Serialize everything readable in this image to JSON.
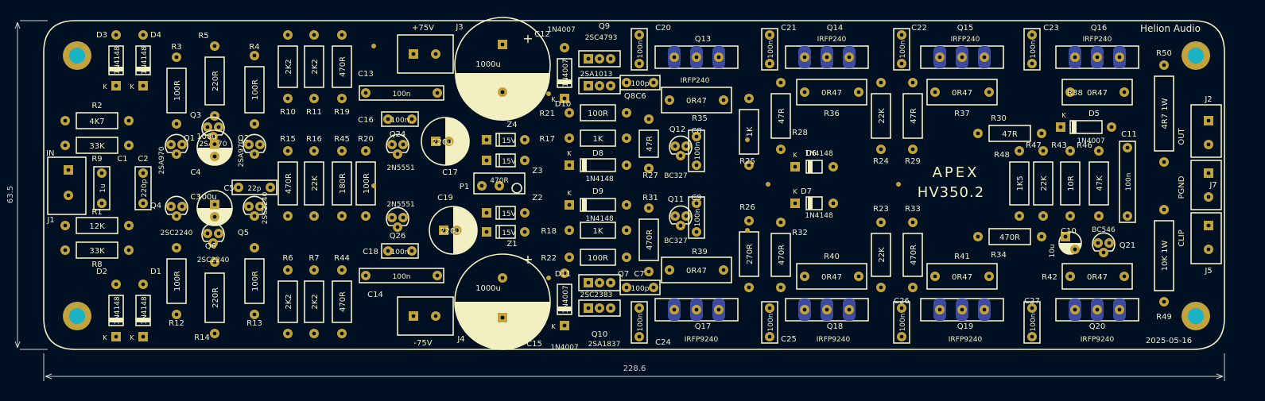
{
  "board": {
    "brand": "Helion Audio",
    "model_line1": "APEX",
    "model_line2": "HV350.2",
    "date": "2025-05-16",
    "dim_width": "228.6",
    "dim_height": "63.5"
  },
  "colors": {
    "background": "#001023",
    "silkscreen": "#f2efc2",
    "pad": "#c2a23c",
    "copper": "#3c4aa0",
    "mounting_hole": "#1ab3c5"
  },
  "connectors": {
    "j1_in": "IN",
    "j3_pos": "+75V",
    "j4_neg": "-75V",
    "j2_out": "OUT",
    "j7_pgnd": "PGND",
    "j5_clip": "CLIP"
  },
  "components": [
    {
      "ref": "D3",
      "value": "1N4148",
      "type": "diode"
    },
    {
      "ref": "D4",
      "value": "1N4148",
      "type": "diode"
    },
    {
      "ref": "D2",
      "value": "1N4148",
      "type": "diode"
    },
    {
      "ref": "D1",
      "value": "1N4148",
      "type": "diode"
    },
    {
      "ref": "R3",
      "value": "100R",
      "type": "res"
    },
    {
      "ref": "R5",
      "value": "220R",
      "type": "res"
    },
    {
      "ref": "R4",
      "value": "100R",
      "type": "res"
    },
    {
      "ref": "R12",
      "value": "100R",
      "type": "res"
    },
    {
      "ref": "R14",
      "value": "220R",
      "type": "res"
    },
    {
      "ref": "R13",
      "value": "100R",
      "type": "res"
    },
    {
      "ref": "R2",
      "value": "4K7",
      "type": "res"
    },
    {
      "ref": "R9",
      "value": "33K",
      "type": "res"
    },
    {
      "ref": "R1",
      "value": "12K",
      "type": "res"
    },
    {
      "ref": "R8",
      "value": "33K",
      "type": "res"
    },
    {
      "ref": "C1",
      "value": "1u",
      "type": "cap"
    },
    {
      "ref": "C2",
      "value": "220p",
      "type": "cap"
    },
    {
      "ref": "Q1",
      "value": "2SA970",
      "type": "to92"
    },
    {
      "ref": "Q2",
      "value": "2SA970",
      "type": "to92"
    },
    {
      "ref": "Q3",
      "value": "2SA970",
      "type": "to92"
    },
    {
      "ref": "Q4",
      "value": "2SC2240",
      "type": "to92"
    },
    {
      "ref": "Q5",
      "value": "2SC2240",
      "type": "to92"
    },
    {
      "ref": "Q6",
      "value": "2SC2240",
      "type": "to92"
    },
    {
      "ref": "C4",
      "value": "100u",
      "type": "ecap"
    },
    {
      "ref": "C3",
      "value": "100u",
      "type": "ecap"
    },
    {
      "ref": "C5",
      "value": "22p",
      "type": "cap"
    },
    {
      "ref": "R10",
      "value": "2K2",
      "type": "res"
    },
    {
      "ref": "R11",
      "value": "2K2",
      "type": "res"
    },
    {
      "ref": "R19",
      "value": "470R",
      "type": "res"
    },
    {
      "ref": "R15",
      "value": "470R",
      "type": "res"
    },
    {
      "ref": "R16",
      "value": "22K",
      "type": "res"
    },
    {
      "ref": "R45",
      "value": "180R",
      "type": "res"
    },
    {
      "ref": "R20",
      "value": "100R",
      "type": "res"
    },
    {
      "ref": "R6",
      "value": "2K2",
      "type": "res"
    },
    {
      "ref": "R7",
      "value": "2K2",
      "type": "res"
    },
    {
      "ref": "R44",
      "value": "470R",
      "type": "res"
    },
    {
      "ref": "C13",
      "value": "100n",
      "type": "cap"
    },
    {
      "ref": "C14",
      "value": "100n",
      "type": "cap"
    },
    {
      "ref": "C16",
      "value": "100n",
      "type": "cap"
    },
    {
      "ref": "C18",
      "value": "100n",
      "type": "cap"
    },
    {
      "ref": "Q24",
      "value": "2N5551",
      "type": "to92"
    },
    {
      "ref": "Q26",
      "value": "2N5551",
      "type": "to92"
    },
    {
      "ref": "C17",
      "value": "220u",
      "type": "ecap"
    },
    {
      "ref": "C19",
      "value": "220u",
      "type": "ecap"
    },
    {
      "ref": "C12",
      "value": "1000u",
      "type": "ecap"
    },
    {
      "ref": "C15",
      "value": "1000u",
      "type": "ecap"
    },
    {
      "ref": "Z4",
      "value": "15V",
      "type": "zener"
    },
    {
      "ref": "Z3",
      "value": "15V",
      "type": "zener"
    },
    {
      "ref": "Z2",
      "value": "15V",
      "type": "zener"
    },
    {
      "ref": "Z1",
      "value": "15V",
      "type": "zener"
    },
    {
      "ref": "P1",
      "value": "470R",
      "type": "pot"
    },
    {
      "ref": "Q9",
      "value": "2SC4793",
      "type": "to126"
    },
    {
      "ref": "Q8",
      "value": "2SA1013",
      "type": "to126"
    },
    {
      "ref": "Q7",
      "value": "2SC2383",
      "type": "to126"
    },
    {
      "ref": "Q10",
      "value": "2SA1837",
      "type": "to126"
    },
    {
      "ref": "D10",
      "value": "1N4007",
      "type": "diode"
    },
    {
      "ref": "D11",
      "value": "1N4007",
      "type": "diode"
    },
    {
      "ref": "D8",
      "value": "1N4148",
      "type": "diode"
    },
    {
      "ref": "D9",
      "value": "1N4148",
      "type": "diode"
    },
    {
      "ref": "R21",
      "value": "100R",
      "type": "res"
    },
    {
      "ref": "R17",
      "value": "1K",
      "type": "res"
    },
    {
      "ref": "R18",
      "value": "1K",
      "type": "res"
    },
    {
      "ref": "R22",
      "value": "100R",
      "type": "res"
    },
    {
      "ref": "C6",
      "value": "100p",
      "type": "cap"
    },
    {
      "ref": "C7",
      "value": "100p",
      "type": "cap"
    },
    {
      "ref": "C20",
      "value": "100n",
      "type": "cap"
    },
    {
      "ref": "C24",
      "value": "100n",
      "type": "cap"
    },
    {
      "ref": "Q13",
      "value": "IRFP240",
      "type": "to247"
    },
    {
      "ref": "Q14",
      "value": "IRFP240",
      "type": "to247"
    },
    {
      "ref": "Q15",
      "value": "IRFP240",
      "type": "to247"
    },
    {
      "ref": "Q16",
      "value": "IRFP240",
      "type": "to247"
    },
    {
      "ref": "Q17",
      "value": "IRFP9240",
      "type": "to247"
    },
    {
      "ref": "Q18",
      "value": "IRFP9240",
      "type": "to247"
    },
    {
      "ref": "Q19",
      "value": "IRFP9240",
      "type": "to247"
    },
    {
      "ref": "Q20",
      "value": "IRFP9240",
      "type": "to247"
    },
    {
      "ref": "R35",
      "value": "0R47",
      "type": "res"
    },
    {
      "ref": "R36",
      "value": "0R47",
      "type": "res"
    },
    {
      "ref": "R37",
      "value": "0R47",
      "type": "res"
    },
    {
      "ref": "R38",
      "value": "0R47",
      "type": "res"
    },
    {
      "ref": "R39",
      "value": "0R47",
      "type": "res"
    },
    {
      "ref": "R40",
      "value": "0R47",
      "type": "res"
    },
    {
      "ref": "R41",
      "value": "0R47",
      "type": "res"
    },
    {
      "ref": "R42",
      "value": "0R47",
      "type": "res"
    },
    {
      "ref": "R27",
      "value": "47R",
      "type": "res"
    },
    {
      "ref": "R31",
      "value": "470R",
      "type": "res"
    },
    {
      "ref": "Q12",
      "value": "BC327",
      "type": "to92"
    },
    {
      "ref": "Q11",
      "value": "BC327",
      "type": "to92"
    },
    {
      "ref": "C8",
      "value": "100n",
      "type": "cap"
    },
    {
      "ref": "C9",
      "value": "100n",
      "type": "cap"
    },
    {
      "ref": "R25",
      "value": "1K",
      "type": "res"
    },
    {
      "ref": "R26",
      "value": "270R",
      "type": "res"
    },
    {
      "ref": "R28",
      "value": "47R",
      "type": "res"
    },
    {
      "ref": "R32",
      "value": "470R",
      "type": "res"
    },
    {
      "ref": "D6",
      "value": "1N4148",
      "type": "diode"
    },
    {
      "ref": "D7",
      "value": "1N4148",
      "type": "diode"
    },
    {
      "ref": "C21",
      "value": "100n",
      "type": "cap"
    },
    {
      "ref": "C22",
      "value": "100n",
      "type": "cap"
    },
    {
      "ref": "C23",
      "value": "100n",
      "type": "cap"
    },
    {
      "ref": "C25",
      "value": "100n",
      "type": "cap"
    },
    {
      "ref": "C26",
      "value": "100n",
      "type": "cap"
    },
    {
      "ref": "C27",
      "value": "100n",
      "type": "cap"
    },
    {
      "ref": "R24",
      "value": "22K",
      "type": "res"
    },
    {
      "ref": "R29",
      "value": "47R",
      "type": "res"
    },
    {
      "ref": "R23",
      "value": "22K",
      "type": "res"
    },
    {
      "ref": "R33",
      "value": "470R",
      "type": "res"
    },
    {
      "ref": "R30",
      "value": "47R",
      "type": "res"
    },
    {
      "ref": "R34",
      "value": "470R",
      "type": "res"
    },
    {
      "ref": "R48",
      "value": "1K5",
      "type": "res"
    },
    {
      "ref": "R47",
      "value": "22K",
      "type": "res"
    },
    {
      "ref": "R43",
      "value": "10R",
      "type": "res"
    },
    {
      "ref": "R46",
      "value": "47K",
      "type": "res"
    },
    {
      "ref": "C11",
      "value": "100n",
      "type": "cap"
    },
    {
      "ref": "D5",
      "value": "1N4007",
      "type": "diode"
    },
    {
      "ref": "C10",
      "value": "10u",
      "type": "ecap"
    },
    {
      "ref": "Q21",
      "value": "BC546",
      "type": "to92"
    },
    {
      "ref": "R50",
      "value": "4R7 1W",
      "type": "res"
    },
    {
      "ref": "R49",
      "value": "10K 1W",
      "type": "res"
    }
  ]
}
